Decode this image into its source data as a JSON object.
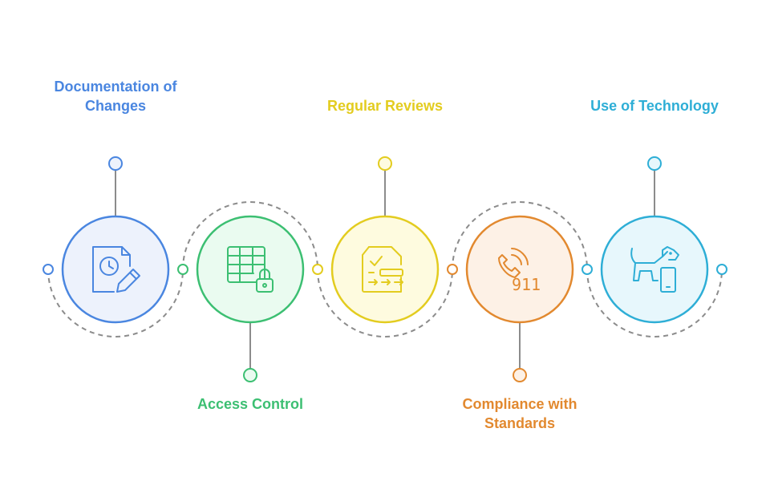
{
  "colors": {
    "connector": "#8c8c8c",
    "blue": "#4a86e0",
    "green": "#3cbf72",
    "yellow": "#e3cc1f",
    "orange": "#e2892f",
    "cyan": "#2eaed6"
  },
  "steps": [
    {
      "id": "documentation",
      "label_lines": [
        "Documentation of",
        "Changes"
      ],
      "icon": "document-clock-pencil-icon",
      "color": "#4a86e0",
      "fill": "#edf2fc",
      "label_position": "top"
    },
    {
      "id": "access",
      "label_lines": [
        "Access Control"
      ],
      "icon": "table-lock-icon",
      "color": "#3cbf72",
      "fill": "#eafbf0",
      "label_position": "bottom"
    },
    {
      "id": "reviews",
      "label_lines": [
        "Regular Reviews"
      ],
      "icon": "checklist-arrows-icon",
      "color": "#e3cc1f",
      "fill": "#fefbdf",
      "label_position": "top"
    },
    {
      "id": "compliance",
      "label_lines": [
        "Compliance with",
        "Standards"
      ],
      "icon": "phone-911-icon",
      "color": "#e2892f",
      "fill": "#fdf1e6",
      "label_position": "bottom",
      "icon_text": "911"
    },
    {
      "id": "technology",
      "label_lines": [
        "Use of Technology"
      ],
      "icon": "dog-phone-icon",
      "color": "#2eaed6",
      "fill": "#e7f7fc",
      "label_position": "top"
    }
  ]
}
